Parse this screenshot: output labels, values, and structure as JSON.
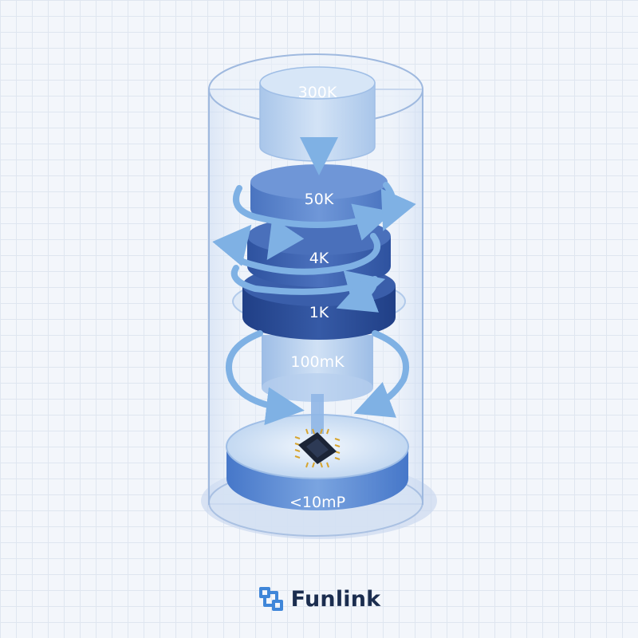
{
  "stages": [
    {
      "id": "stage-300k",
      "label": "300K"
    },
    {
      "id": "stage-50k",
      "label": "50K"
    },
    {
      "id": "stage-4k",
      "label": "4K"
    },
    {
      "id": "stage-1k",
      "label": "1K"
    },
    {
      "id": "stage-100mk",
      "label": "100mK"
    },
    {
      "id": "stage-base",
      "label": "<10mP"
    }
  ],
  "brand": {
    "name": "Funlink",
    "logo_icon": "funlink-logo-icon"
  },
  "colors": {
    "stage_300k": "#c7dcf4",
    "stage_50k": "#5f88cf",
    "stage_4k": "#3f65b3",
    "stage_1k": "#2c4c98",
    "stage_100mk": "#b9d2ef",
    "base": "#5d8bd6",
    "arrow": "#7fb1e4",
    "brand_text": "#1b2d4f",
    "brand_logo": "#3f86d9"
  }
}
